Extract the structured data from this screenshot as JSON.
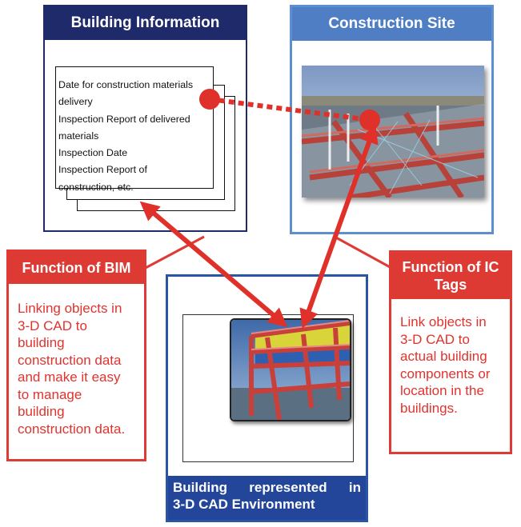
{
  "building_info": {
    "title": "Building Information",
    "document_lines": [
      "Date for construction materials",
      "delivery",
      "Inspection Report of delivered",
      "materials",
      "Inspection Date",
      "Inspection Report of",
      "construction, etc."
    ]
  },
  "construction_site": {
    "title": "Construction Site"
  },
  "cad_environment": {
    "title_line1_words": [
      "Building",
      "represented",
      "in"
    ],
    "title_line2": "3-D CAD Environment"
  },
  "function_bim": {
    "title": "Function of BIM",
    "body_lines": [
      "Linking objects in",
      "3-D CAD to",
      "building",
      "construction data",
      "and make it easy",
      "to manage",
      "building",
      "construction data."
    ]
  },
  "function_ic": {
    "title_lines": [
      "Function of IC",
      "Tags"
    ],
    "body_lines": [
      "Link objects in",
      "3-D CAD to",
      "actual building",
      "components or",
      "location in the",
      "buildings."
    ]
  },
  "colors": {
    "navy": "#1f2a6b",
    "site_blue": "#4f7ec4",
    "cad_blue": "#23469a",
    "red": "#dd3a34"
  }
}
